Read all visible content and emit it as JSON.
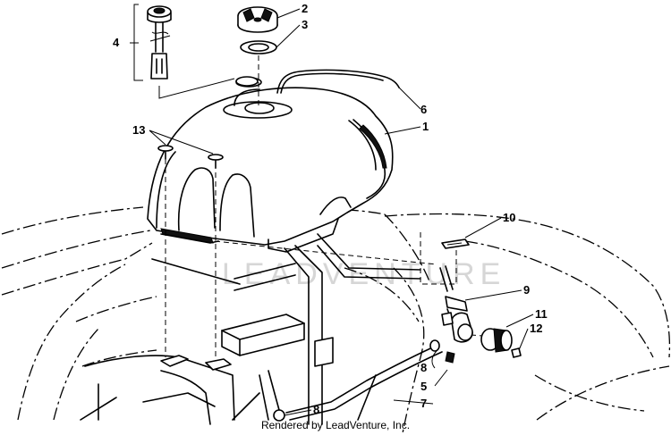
{
  "callouts": {
    "c1": "1",
    "c2": "2",
    "c3": "3",
    "c4": "4",
    "c5": "5",
    "c6": "6",
    "c7": "7",
    "c8a": "8",
    "c8b": "8",
    "c9": "9",
    "c10": "10",
    "c11": "11",
    "c12": "12",
    "c13": "13"
  },
  "watermark": {
    "text": "LEADVENTURE"
  },
  "footer": {
    "text": "Rendered by LeadVenture, Inc."
  }
}
